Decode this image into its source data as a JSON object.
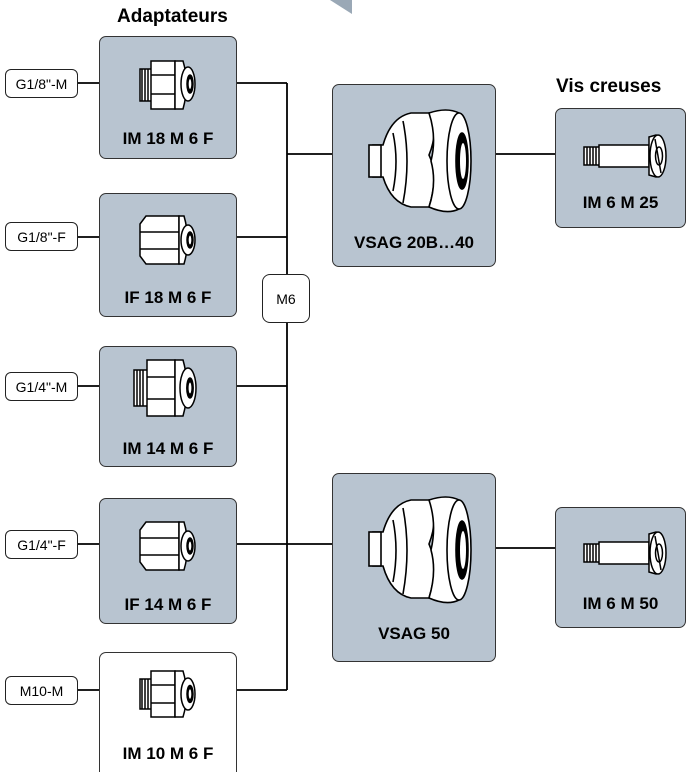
{
  "headers": {
    "adapters": "Adaptateurs",
    "hollow_screws": "Vis creuses"
  },
  "ports": [
    {
      "label": "G1/8\"-M"
    },
    {
      "label": "G1/8\"-F"
    },
    {
      "label": "G1/4\"-M"
    },
    {
      "label": "G1/4\"-F"
    },
    {
      "label": "M10-M"
    }
  ],
  "thread_label": "M6",
  "adapters": [
    {
      "label": "IM 18 M 6 F",
      "icon": "male-female-adapter-icon"
    },
    {
      "label": "IF 18 M 6 F",
      "icon": "female-female-adapter-icon"
    },
    {
      "label": "IM 14 M 6 F",
      "icon": "male-female-adapter-icon"
    },
    {
      "label": "IF 14 M 6 F",
      "icon": "female-female-adapter-icon"
    },
    {
      "label": "IM 10 M 6 F",
      "icon": "male-female-adapter-icon"
    }
  ],
  "suction_cups": [
    {
      "label": "VSAG 20B…40",
      "icon": "bellows-suction-cup-icon"
    },
    {
      "label": "VSAG 50",
      "icon": "bellows-suction-cup-icon"
    }
  ],
  "screws": [
    {
      "label": "IM 6 M 25",
      "icon": "hollow-screw-icon"
    },
    {
      "label": "IM 6 M 50",
      "icon": "hollow-screw-icon"
    }
  ],
  "colors": {
    "box_fill": "#b8c4d0",
    "line": "#000000",
    "accent_triangle": "#9aa8b6"
  }
}
